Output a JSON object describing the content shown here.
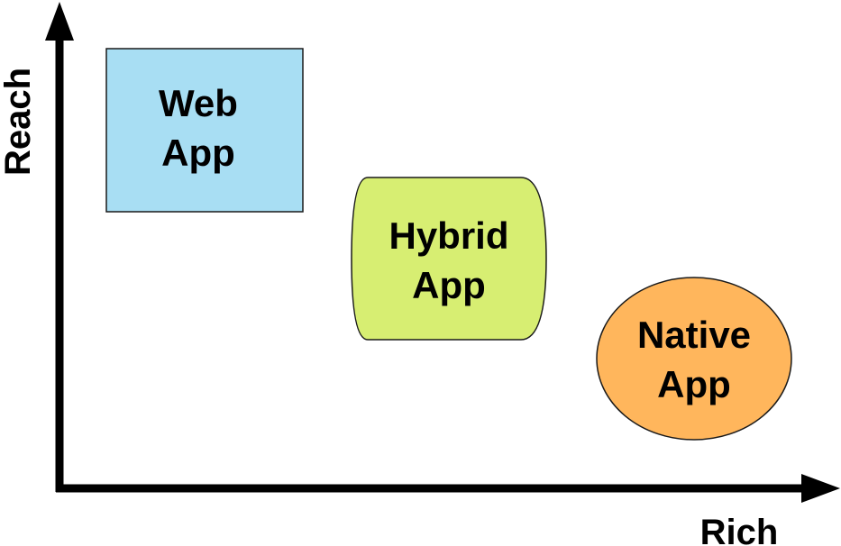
{
  "axes": {
    "y_label": "Reach",
    "x_label": "Rich"
  },
  "boxes": {
    "web": {
      "line1": "Web",
      "line2": "App",
      "fill": "#a8def3"
    },
    "hybrid": {
      "line1": "Hybrid",
      "line2": "App",
      "fill": "#d7ee72"
    },
    "native": {
      "line1": "Native",
      "line2": "App",
      "fill": "#ffb65c"
    }
  },
  "colors": {
    "axis": "#000000",
    "outline": "#1a1a1a"
  }
}
